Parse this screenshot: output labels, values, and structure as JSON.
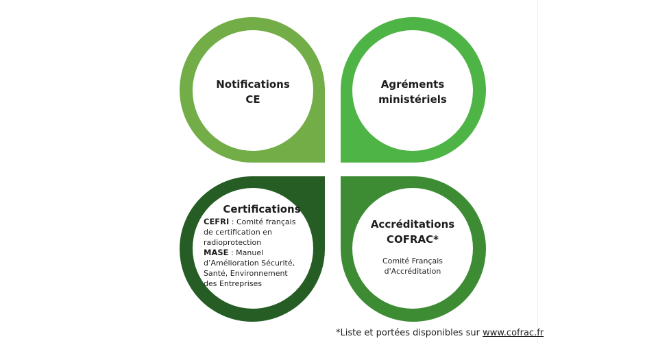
{
  "colors": {
    "petal_tl": "#72ad47",
    "petal_tr": "#4fb446",
    "petal_bl": "#255d24",
    "petal_br": "#3d8c34"
  },
  "petals": {
    "top_left": {
      "title_1": "Notifications",
      "title_2": "CE"
    },
    "top_right": {
      "title_1": "Agréments",
      "title_2": "ministériels"
    },
    "bottom_left": {
      "title": "Certifications",
      "cefri_acronym": "CEFRI",
      "cefri_line_1": " : Comité français",
      "cefri_line_2": "de certification en",
      "cefri_line_3": "radioprotection",
      "mase_acronym": "MASE",
      "mase_line_1": " : Manuel",
      "mase_line_2": "d’Amélioration Sécurité,",
      "mase_line_3": "Santé, Environnement",
      "mase_line_4": "des Entreprises"
    },
    "bottom_right": {
      "title_1": "Accréditations",
      "title_2": "COFRAC*",
      "sub_1": "Comité Français",
      "sub_2": "d'Accréditation"
    }
  },
  "footnote": {
    "text": "*Liste et portées disponibles sur ",
    "link": "www.cofrac.fr"
  }
}
